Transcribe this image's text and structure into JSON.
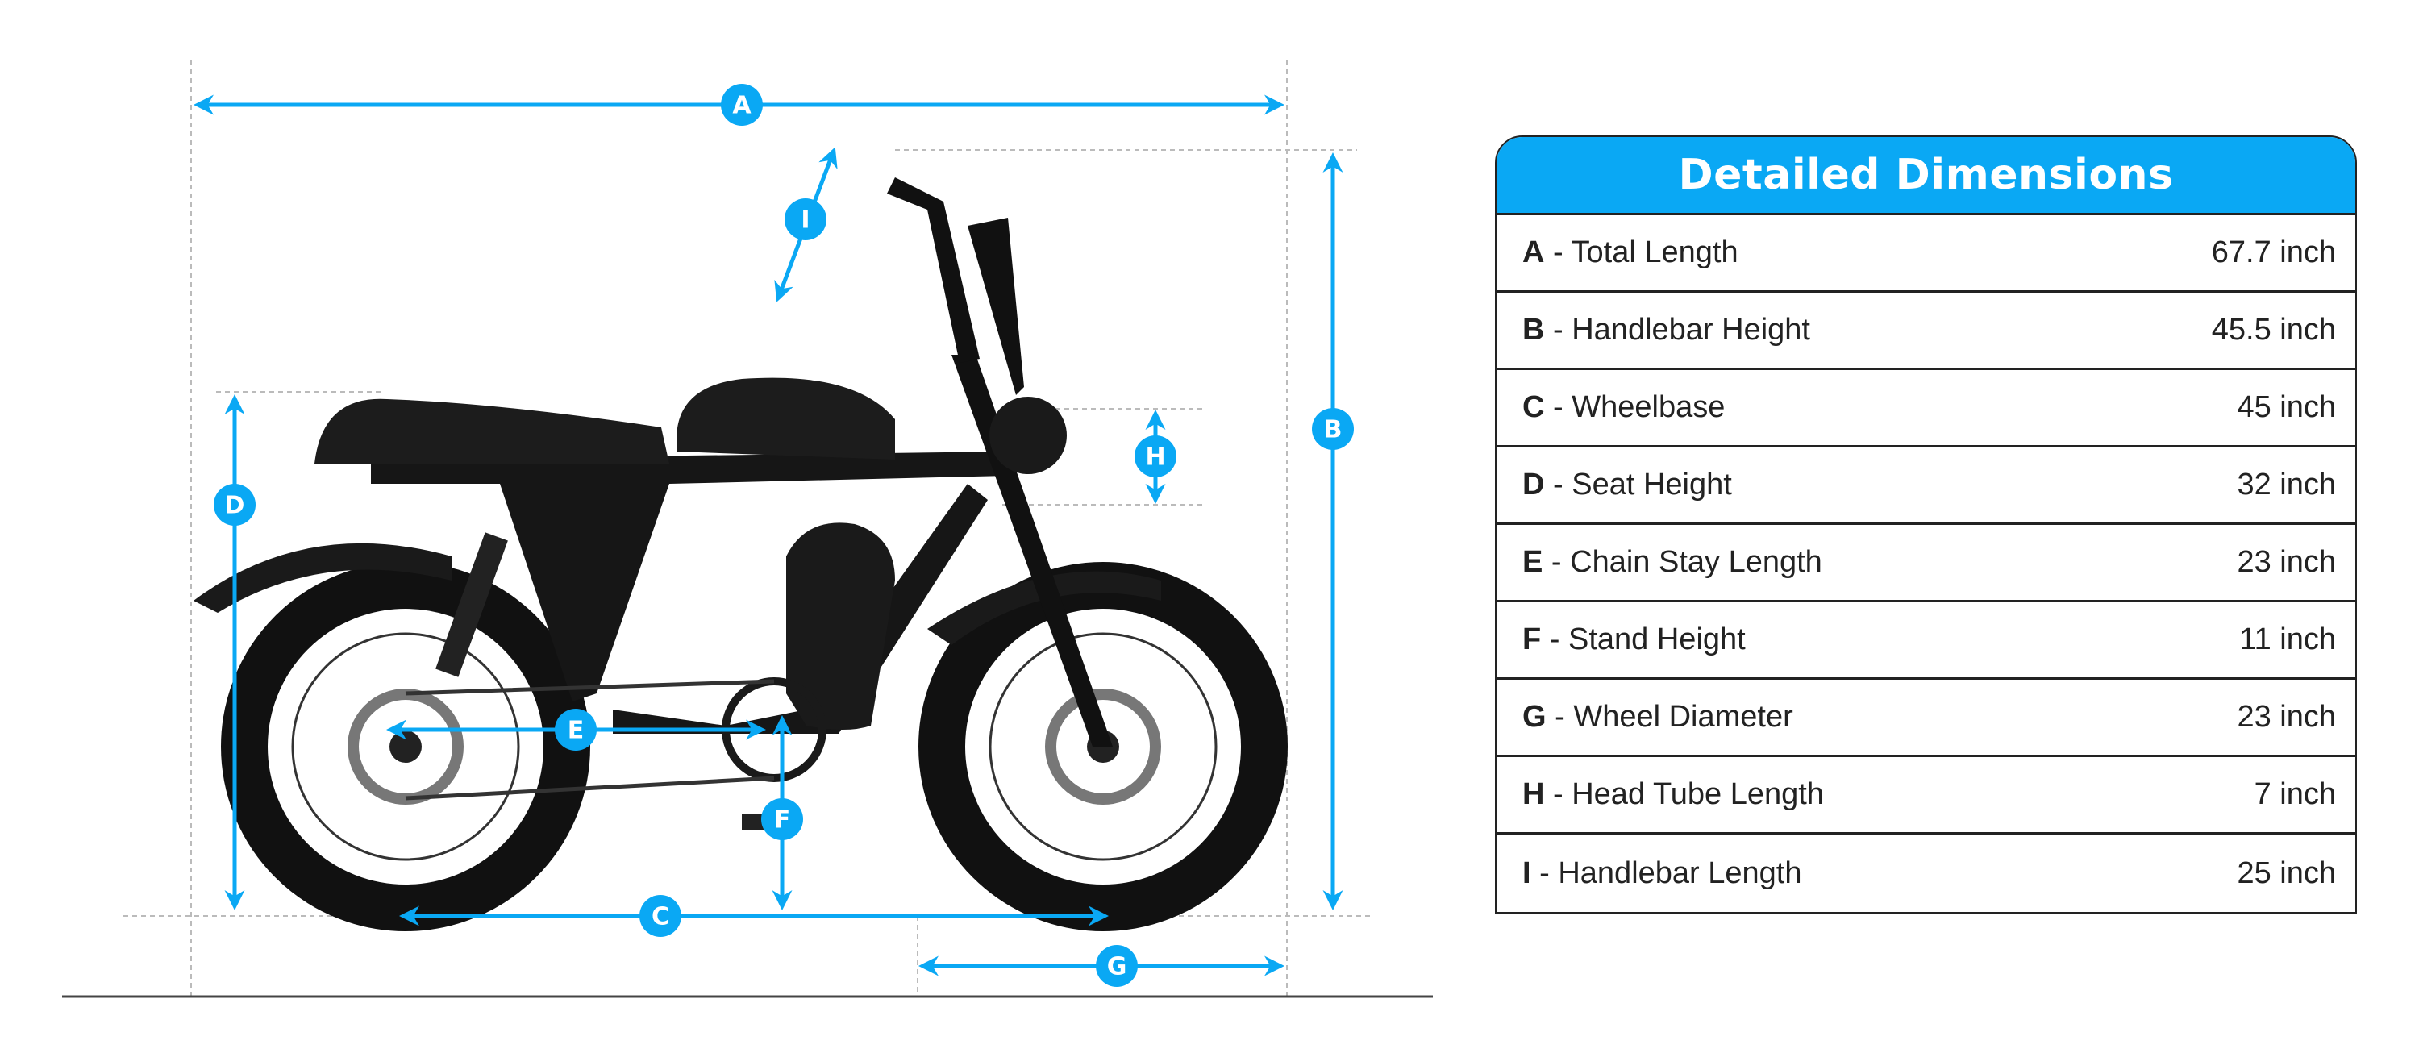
{
  "diagram": {
    "labels": {
      "A": "A",
      "B": "B",
      "C": "C",
      "D": "D",
      "E": "E",
      "F": "F",
      "G": "G",
      "H": "H",
      "I": "I"
    },
    "accent_color": "#0aa8f4"
  },
  "table": {
    "title": "Detailed Dimensions",
    "rows": [
      {
        "letter": "A",
        "sep": " - ",
        "name": "Total Length",
        "value": "67.7 inch"
      },
      {
        "letter": "B",
        "sep": " - ",
        "name": "Handlebar Height",
        "value": "45.5 inch"
      },
      {
        "letter": "C",
        "sep": " - ",
        "name": "Wheelbase",
        "value": "45 inch"
      },
      {
        "letter": "D",
        "sep": " - ",
        "name": "Seat Height",
        "value": "32 inch"
      },
      {
        "letter": "E",
        "sep": " - ",
        "name": "Chain Stay Length",
        "value": "23 inch"
      },
      {
        "letter": "F",
        "sep": " - ",
        "name": "Stand Height",
        "value": "11 inch"
      },
      {
        "letter": "G",
        "sep": " - ",
        "name": "Wheel Diameter",
        "value": "23 inch"
      },
      {
        "letter": "H",
        "sep": " - ",
        "name": "Head Tube Length",
        "value": "7 inch"
      },
      {
        "letter": "I",
        "sep": " - ",
        "name": "Handlebar Length",
        "value": "25 inch"
      }
    ]
  }
}
